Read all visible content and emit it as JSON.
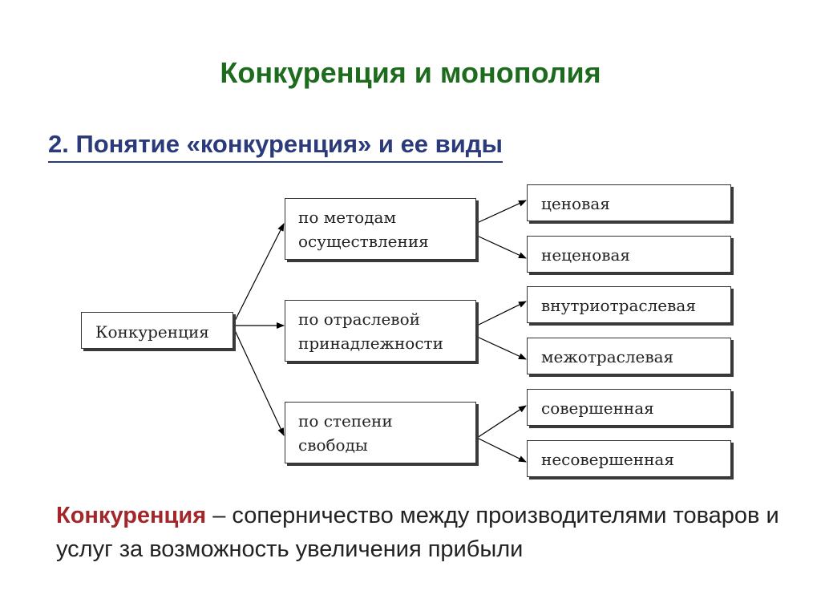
{
  "slide": {
    "title": "Конкуренция и монополия",
    "subtitle": "2. Понятие «конкуренция» и ее виды"
  },
  "diagram": {
    "root": "Конкуренция",
    "branches": [
      {
        "label_lines": [
          "по методам",
          "осуществления"
        ],
        "leaves": [
          "ценовая",
          "неценовая"
        ]
      },
      {
        "label_lines": [
          "по отраслевой",
          "принадлежности"
        ],
        "leaves": [
          "внутриотраслевая",
          "межотраслевая"
        ]
      },
      {
        "label_lines": [
          "по степени",
          "свободы"
        ],
        "leaves": [
          "совершенная",
          "несовершенная"
        ]
      }
    ]
  },
  "definition": {
    "term": "Конкуренция",
    "text": " – соперничество между производителями товаров и услуг за возможность увеличения прибыли"
  },
  "colors": {
    "title": "#1d6b1d",
    "subtitle": "#2b3a7a",
    "term": "#a3262a"
  }
}
